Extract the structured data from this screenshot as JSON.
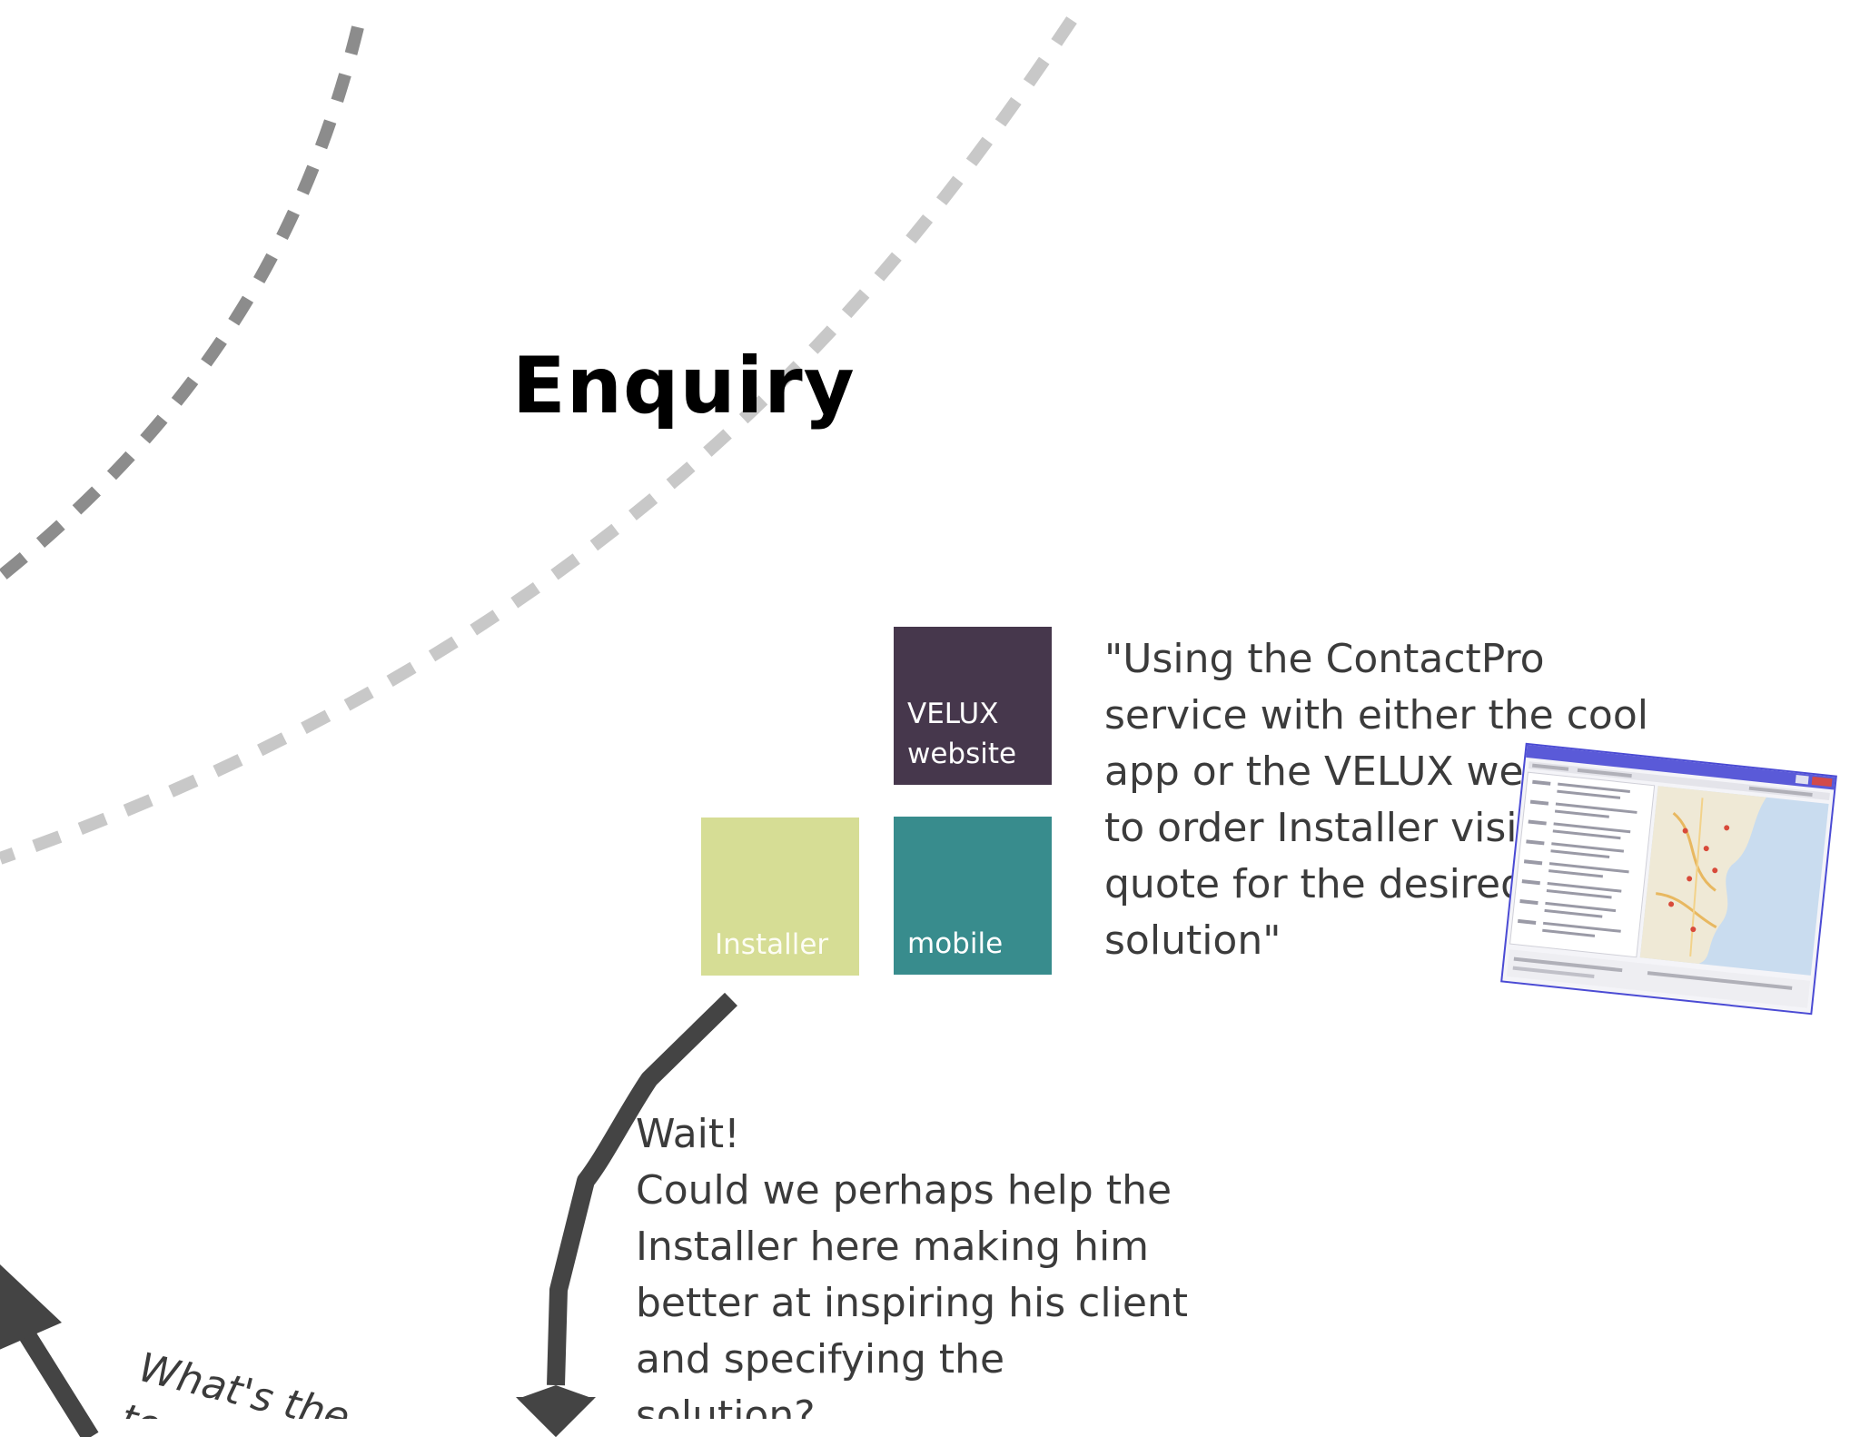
{
  "title": "Enquiry",
  "tiles": {
    "website": {
      "line1": "VELUX",
      "line2": "website",
      "color": "#46374c"
    },
    "mobile": {
      "label": "mobile",
      "color": "#388c8d"
    },
    "installer": {
      "label": "Installer",
      "color": "#d6dd95"
    }
  },
  "quote": "\"Using the ContactPro\nservice with either the cool\napp or the VELUX website\nto order Installer visit and\nquote for the desired\nsolution\"",
  "note": "Wait!\nCould we perhaps help the\nInstaller here making him\nbetter at inspiring his client\nand specifying the\nsolution?",
  "side_text": {
    "line1": "What's the",
    "line2": "to"
  },
  "colors": {
    "dashed_dark": "#8c8c8c",
    "dashed_light": "#c8c8c8",
    "arrow": "#444444",
    "text": "#3b3b3b"
  },
  "icons": {
    "screenshot": "map-application-screenshot-thumbnail",
    "arrow_down": "curved-arrow-down-icon",
    "arrow_up": "arrow-up-icon"
  }
}
